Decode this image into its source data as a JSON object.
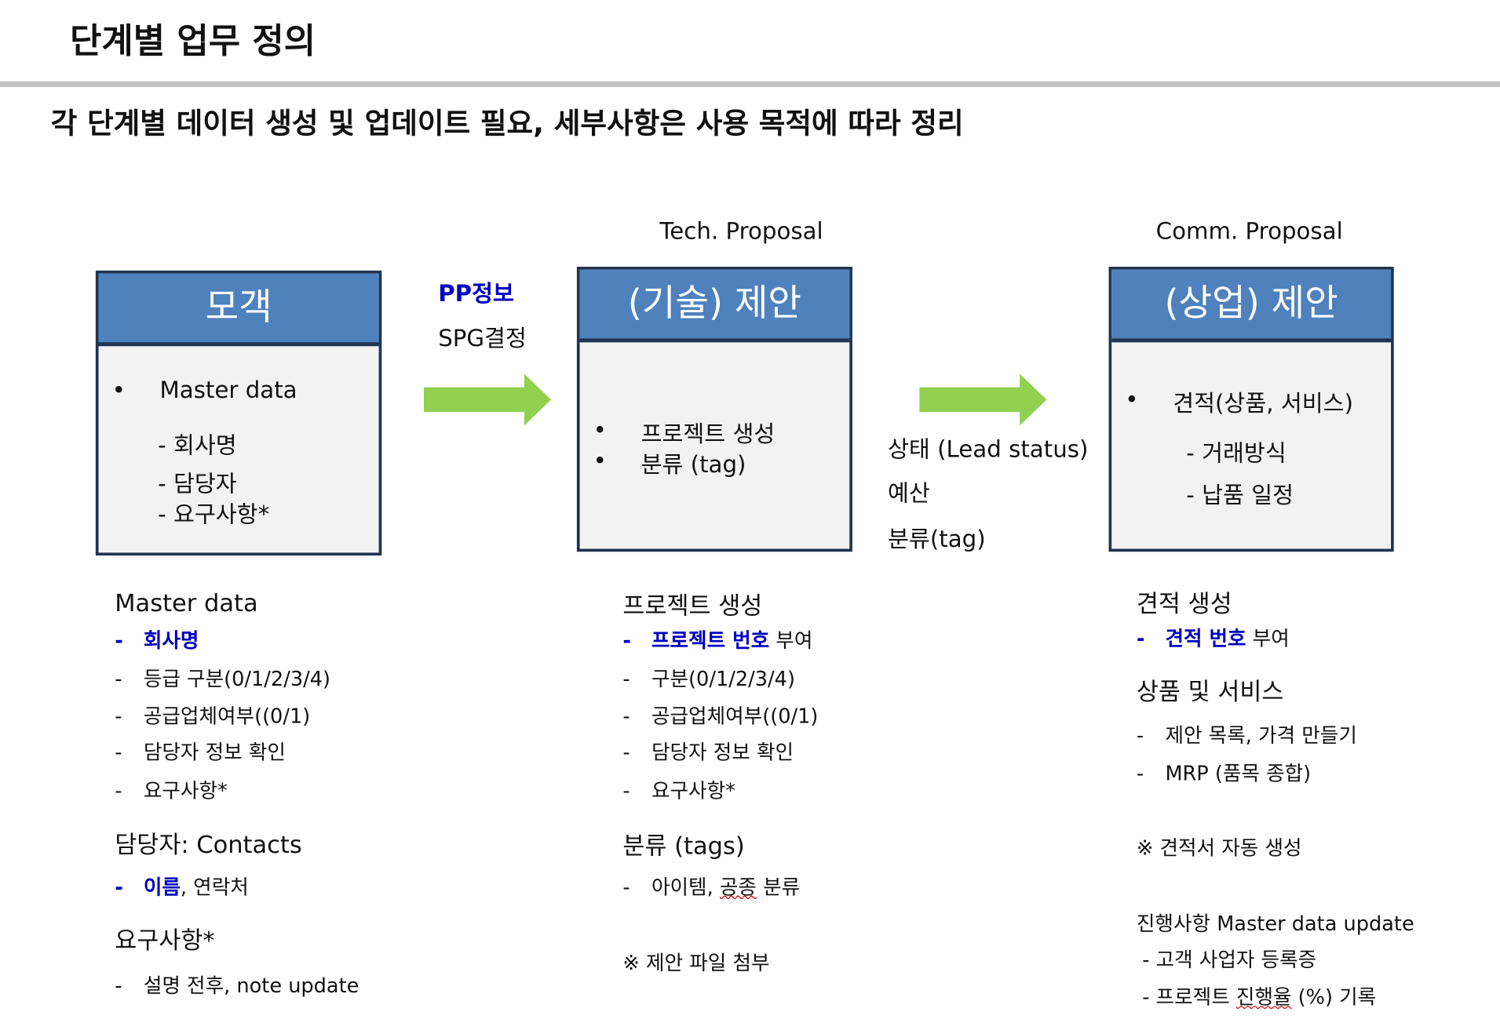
{
  "title": "단계별 업무 정의",
  "subtitle": "각 단계별 데이터 생성 및 업데이트 필요, 세부사항은 사용 목적에 따라 정리",
  "captions": {
    "tech": "Tech. Proposal",
    "comm": "Comm. Proposal"
  },
  "colors": {
    "header": "#4f81bd",
    "border": "#1f3350",
    "arrow": "#92d050",
    "accent": "#0000c0"
  },
  "stage1": {
    "header": "모객",
    "bullet": "Master data",
    "items": [
      "- 회사명",
      "- 담당자",
      "- 요구사항*"
    ]
  },
  "stage2": {
    "header": "(기술) 제안",
    "bullets": [
      "프로젝트 생성",
      "분류 (tag)"
    ]
  },
  "stage3": {
    "header": "(상업) 제안",
    "bullet": "견적(상품, 서비스)",
    "items": [
      "- 거래방식",
      "- 납품 일정"
    ]
  },
  "arrow1": {
    "label1": "PP정보",
    "label2": "SPG결정"
  },
  "arrow2": {
    "lines": [
      "상태 (Lead status)",
      "예산",
      "분류(tag)"
    ]
  },
  "col1": {
    "master_title": "Master data",
    "master_items": [
      "회사명",
      "등급 구분(0/1/2/3/4)",
      "공급업체여부((0/1)",
      "담당자 정보 확인",
      "요구사항*"
    ],
    "contacts_title": "담당자: Contacts",
    "contacts_bold": "이름",
    "contacts_rest": ", 연락처",
    "req_title": "요구사항*",
    "req_item": "설명 전후, note update"
  },
  "col2": {
    "proj_title": "프로젝트 생성",
    "proj_bold": "프로젝트 번호",
    "proj_rest": " 부여",
    "proj_items": [
      "구분(0/1/2/3/4)",
      "공급업체여부((0/1)",
      "담당자 정보 확인",
      "요구사항*"
    ],
    "tags_title": "분류 (tags)",
    "tags_pre": "아이템, ",
    "tags_wavy": "공종",
    "tags_post": " 분류",
    "note": "※ 제안 파일 첨부"
  },
  "col3": {
    "quote_title": "견적 생성",
    "quote_bold": "견적 번호",
    "quote_rest": " 부여",
    "svc_title": "상품 및 서비스",
    "svc_items": [
      "제안 목록, 가격 만들기",
      "MRP (품목 종합)"
    ],
    "note": "※ 견적서 자동 생성",
    "progress_title": "진행사항 Master data update",
    "progress_item1": "- 고객 사업자 등록증",
    "progress_item2_pre": "- 프로젝트 ",
    "progress_item2_wavy": "진행율",
    "progress_item2_post": " (%) 기록"
  }
}
